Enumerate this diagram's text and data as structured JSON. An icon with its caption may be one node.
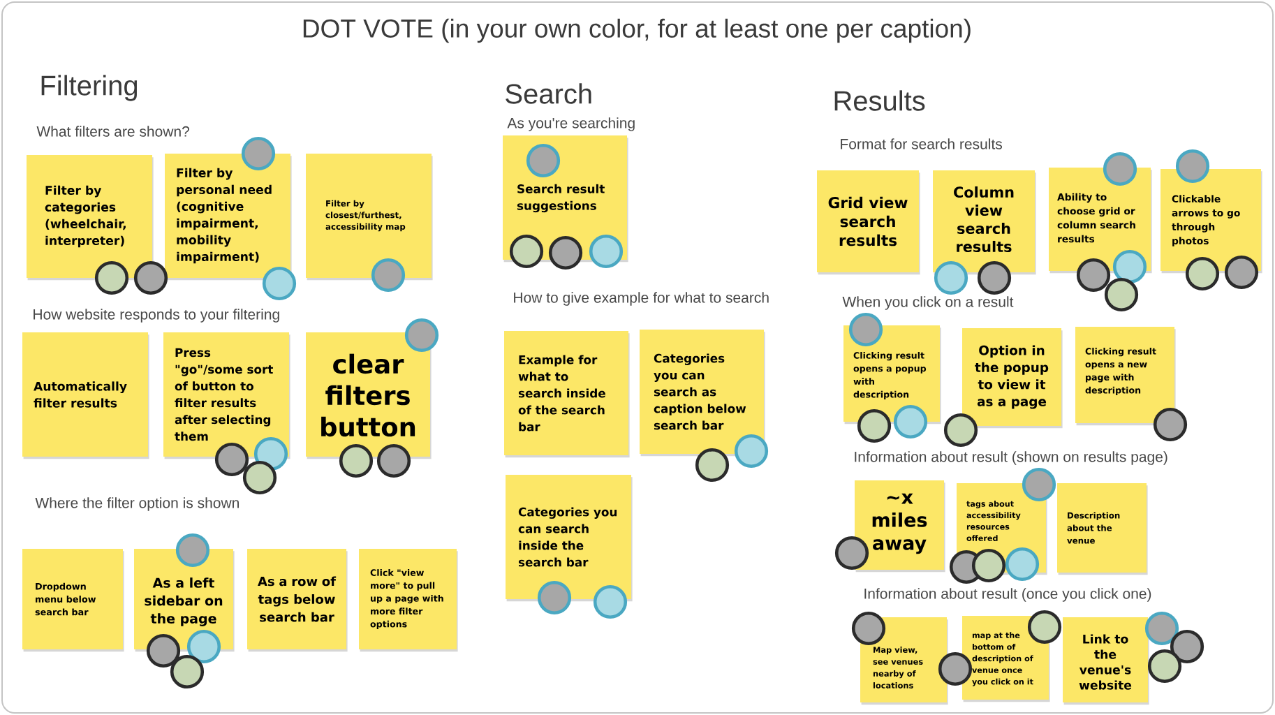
{
  "diagram": {
    "title": "DOT VOTE (in your own color, for at least one per caption)",
    "nodes": [
      {
        "text": [
          "Filter by categories (wheelchair, interpreter)"
        ]
      },
      {
        "text": [
          "Filter by personal need (cognitive impairment, mobility impairment)"
        ]
      },
      {
        "text": [
          "Filter by closest/furthest, accessibility map"
        ]
      },
      {
        "text": [
          "Automatically filter results"
        ]
      },
      {
        "text": [
          "Press \"go\"/some sort of button to filter results after selecting them"
        ]
      },
      {
        "text": [
          "clear filters button"
        ]
      },
      {
        "text": [
          "Dropdown menu below search bar"
        ]
      },
      {
        "text": [
          "As a left sidebar on the page"
        ]
      },
      {
        "text": [
          "As a row of tags below search bar"
        ]
      },
      {
        "text": [
          "Click \"view more\" to pull up a page with more filter options"
        ]
      },
      {
        "text": [
          "Search result suggestions"
        ]
      },
      {
        "text": [
          "Example for what to search inside of the search bar"
        ]
      },
      {
        "text": [
          "Categories you can search as caption below search bar"
        ]
      },
      {
        "text": [
          "Categories you can search inside the search bar"
        ]
      },
      {
        "text": [
          "Grid view search results"
        ]
      },
      {
        "text": [
          "Column view search results"
        ]
      },
      {
        "text": [
          "Ability to choose grid or column search results"
        ]
      },
      {
        "text": [
          "Clickable arrows to go through photos"
        ]
      },
      {
        "text": [
          "Clicking result opens a popup with description"
        ]
      },
      {
        "text": [
          "Option in the popup to view it as a page"
        ]
      },
      {
        "text": [
          "Clicking result opens a new page with description"
        ]
      },
      {
        "text": [
          "~x miles away"
        ]
      },
      {
        "text": [
          "tags about accessibility resources offered"
        ]
      },
      {
        "text": [
          "Description about the venue"
        ]
      },
      {
        "text": [
          "Map view, see venues nearby of locations"
        ]
      },
      {
        "text": [
          "map at the bottom of description of venue once you click on it"
        ]
      },
      {
        "text": [
          "Link to the venue's website"
        ]
      }
    ],
    "labels": [
      "Filtering",
      "What filters are shown?",
      "How website responds to your filtering",
      "Where the filter option is shown",
      "Search",
      "As you're searching",
      "How to give example for what to search",
      "Results",
      "Format for search results",
      "When you click on a result",
      "Information about result (shown on results page)",
      "Information about result (once you click one)"
    ]
  }
}
